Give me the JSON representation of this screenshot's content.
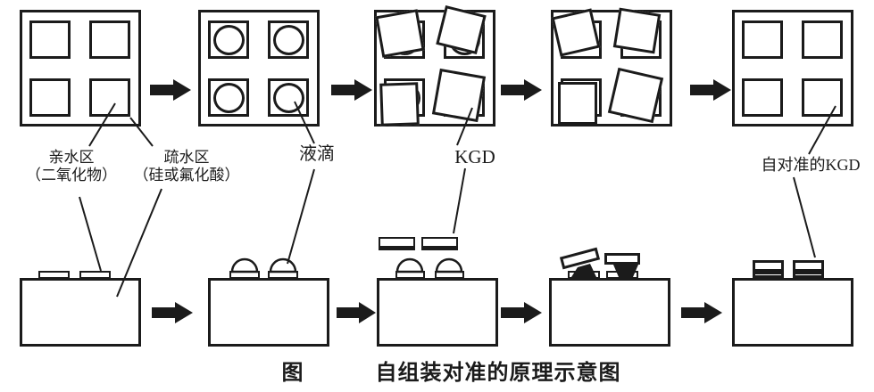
{
  "figure": {
    "caption_prefix": "图",
    "caption_title": "自组装对准的原理示意图"
  },
  "annotations": {
    "hydrophilic": {
      "line1": "亲水区",
      "line2": "（二氧化物）"
    },
    "hydrophobic": {
      "line1": "疏水区",
      "line2": "（硅或氟化酸）"
    },
    "droplet": "液滴",
    "kgd": "KGD",
    "aligned_kgd": "自对准的KGD"
  },
  "colors": {
    "ink": "#1b1b1b",
    "background": "#ffffff"
  }
}
